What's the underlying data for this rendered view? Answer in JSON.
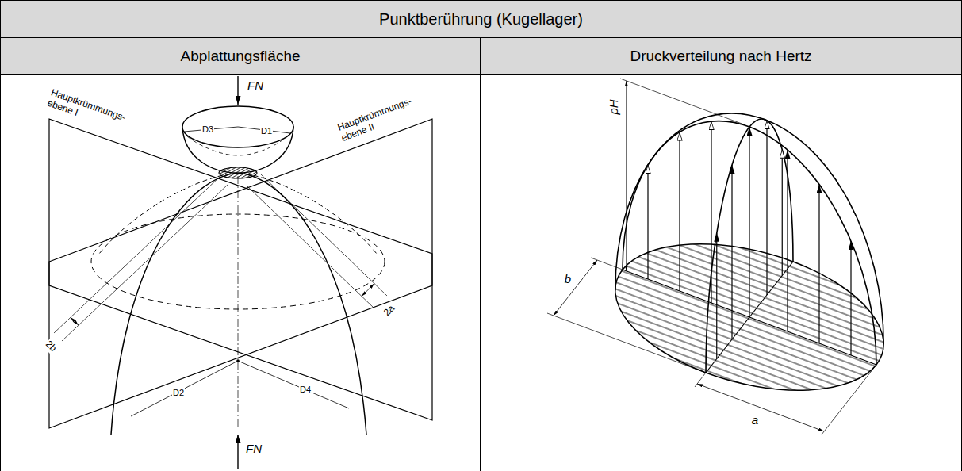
{
  "diagram": {
    "nodes": [
      {
        "text": [
          "Punktberührung (Kugellager)"
        ]
      },
      {
        "text": [
          "Abplattungsfläche"
        ]
      },
      {
        "text": [
          "Druckverteilung nach Hertz"
        ]
      }
    ],
    "labels": [
      "Hauptkrümmungs- ebene I",
      "Hauptkrümmungs- ebene II",
      "FN",
      "D3",
      "D1",
      "2a",
      "2b",
      "D2",
      "D4",
      "FN",
      "pH",
      "a",
      "b"
    ]
  }
}
